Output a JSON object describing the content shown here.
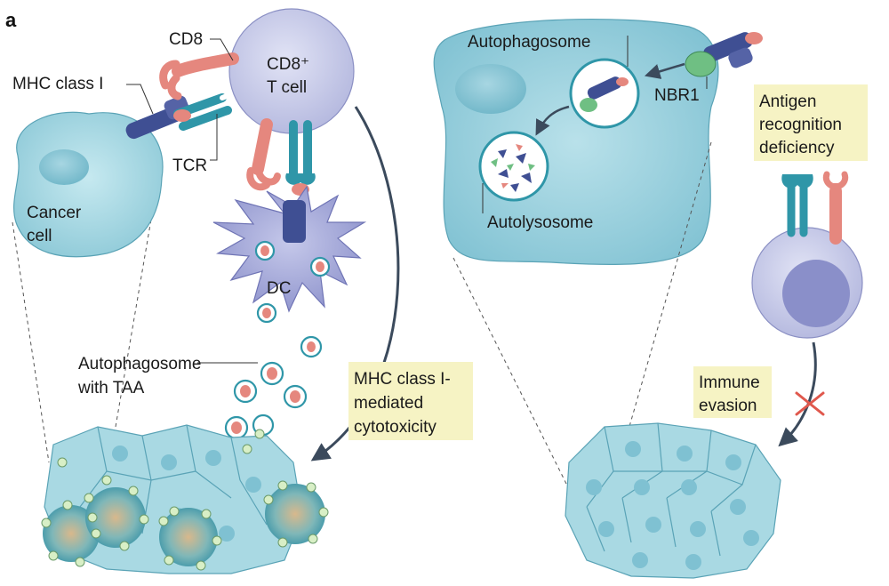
{
  "panel_letter": "a",
  "labels": {
    "cd8": "CD8",
    "cd8_tcell_line1": "CD8⁺",
    "cd8_tcell_line2": "T cell",
    "mhc_class_i": "MHC class I",
    "tcr": "TCR",
    "cancer_cell_line1": "Cancer",
    "cancer_cell_line2": "cell",
    "dc": "DC",
    "autophagosome_taa_line1": "Autophagosome",
    "autophagosome_taa_line2": "with TAA",
    "mhc_mediated_line1": "MHC class I-",
    "mhc_mediated_line2": "mediated",
    "mhc_mediated_line3": "cytotoxicity",
    "autophagosome": "Autophagosome",
    "nbr1": "NBR1",
    "autolysosome": "Autolysosome",
    "antigen_line1": "Antigen",
    "antigen_line2": "recognition",
    "antigen_line3": "deficiency",
    "immune_line1": "Immune",
    "immune_line2": "evasion"
  },
  "colors": {
    "cell_fill": "#a9d9e3",
    "tcell_fill": "#c9cce8",
    "mhc_blue": "#3f4f93",
    "cd8_red": "#e5877e",
    "tcr_teal": "#2f96a8",
    "nbr1_green": "#6fbf83",
    "highlight_box": "#f6f3c4",
    "inhibit_red": "#e0584d"
  }
}
